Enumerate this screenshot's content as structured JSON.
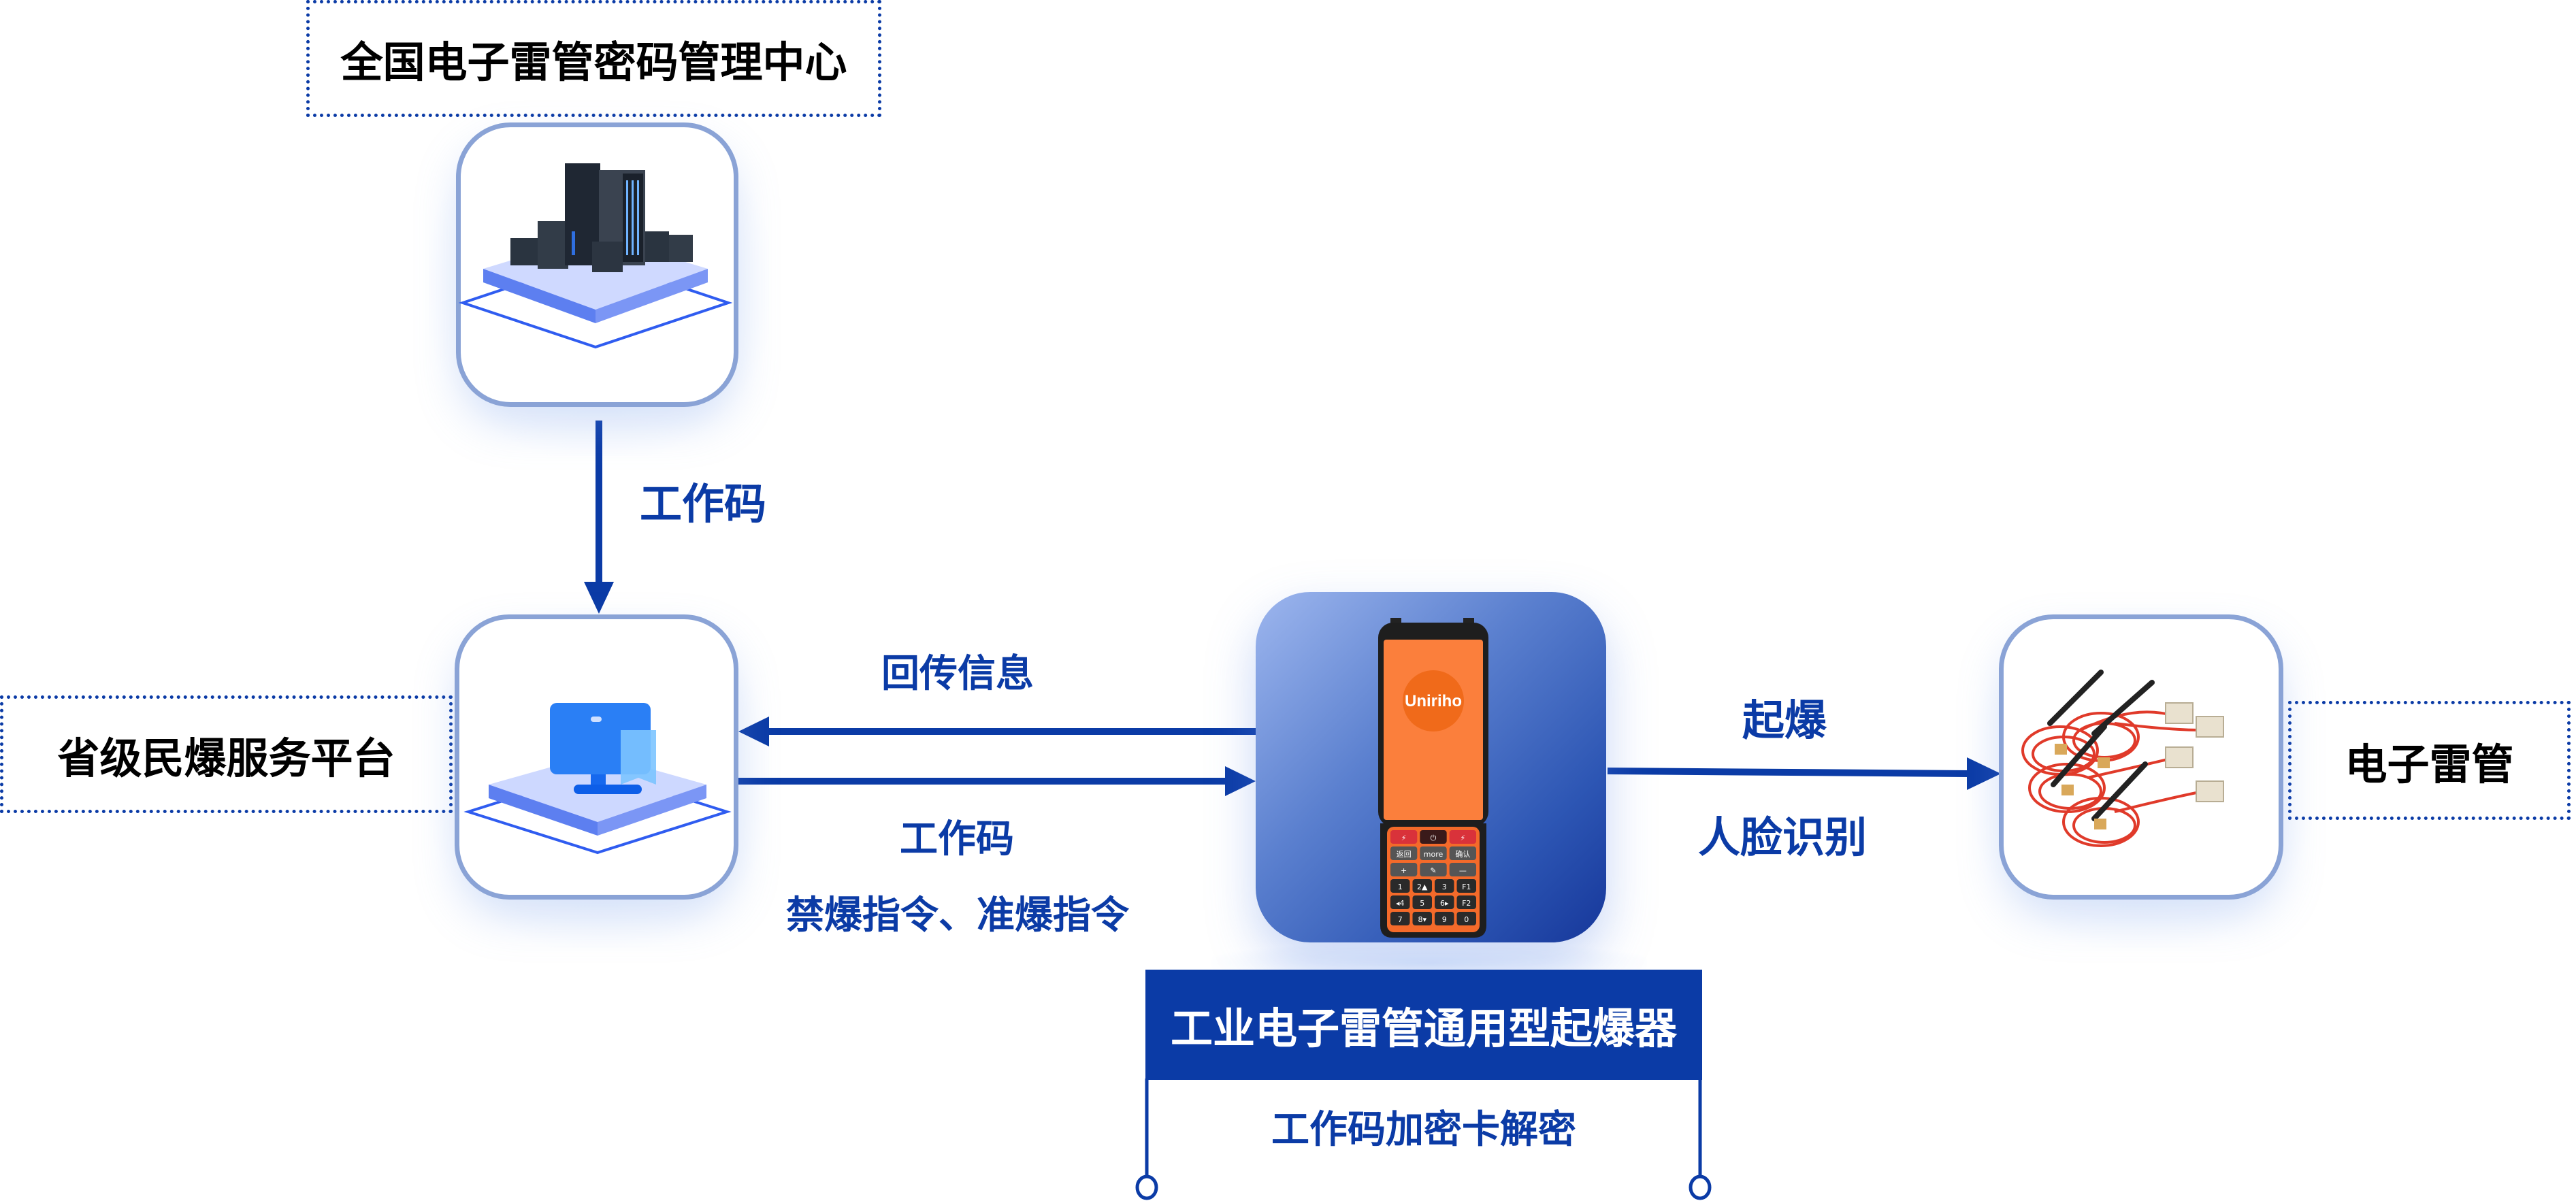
{
  "nodes": {
    "national_center": {
      "label": "全国电子雷管密码管理中心",
      "icon": "server-rack-icon"
    },
    "provincial_platform": {
      "label": "省级民爆服务平台",
      "icon": "monitor-platform-icon"
    },
    "detonator_device": {
      "title": "工业电子雷管通用型起爆器",
      "subtitle": "工作码加密卡解密",
      "icon": "handheld-detonator-icon",
      "screen_brand": "Uniriho",
      "keypad": {
        "row1": [
          "⚡",
          "⏻",
          "⚡"
        ],
        "row2": [
          "返回",
          "more",
          "确认"
        ],
        "row3": [
          "+",
          "✎",
          "—"
        ],
        "row4": [
          "1",
          "2▲",
          "3",
          "F1"
        ],
        "row5": [
          "◂4",
          "5",
          "6▸",
          "F2"
        ],
        "row6": [
          "7",
          "8▾",
          "9",
          "0"
        ]
      }
    },
    "electronic_detonator": {
      "label": "电子雷管",
      "icon": "detonator-wires-icon"
    }
  },
  "edges": {
    "center_to_platform": {
      "label": "工作码"
    },
    "device_to_platform": {
      "label": "回传信息"
    },
    "platform_to_device": {
      "label": "工作码",
      "sublabel": "禁爆指令、准爆指令"
    },
    "device_to_detonator": {
      "label": "起爆",
      "sublabel": "人脸识别"
    }
  },
  "colors": {
    "accent": "#0b3ba6",
    "card_border": "#8aa3d6",
    "device_orange": "#fb7f3c"
  }
}
